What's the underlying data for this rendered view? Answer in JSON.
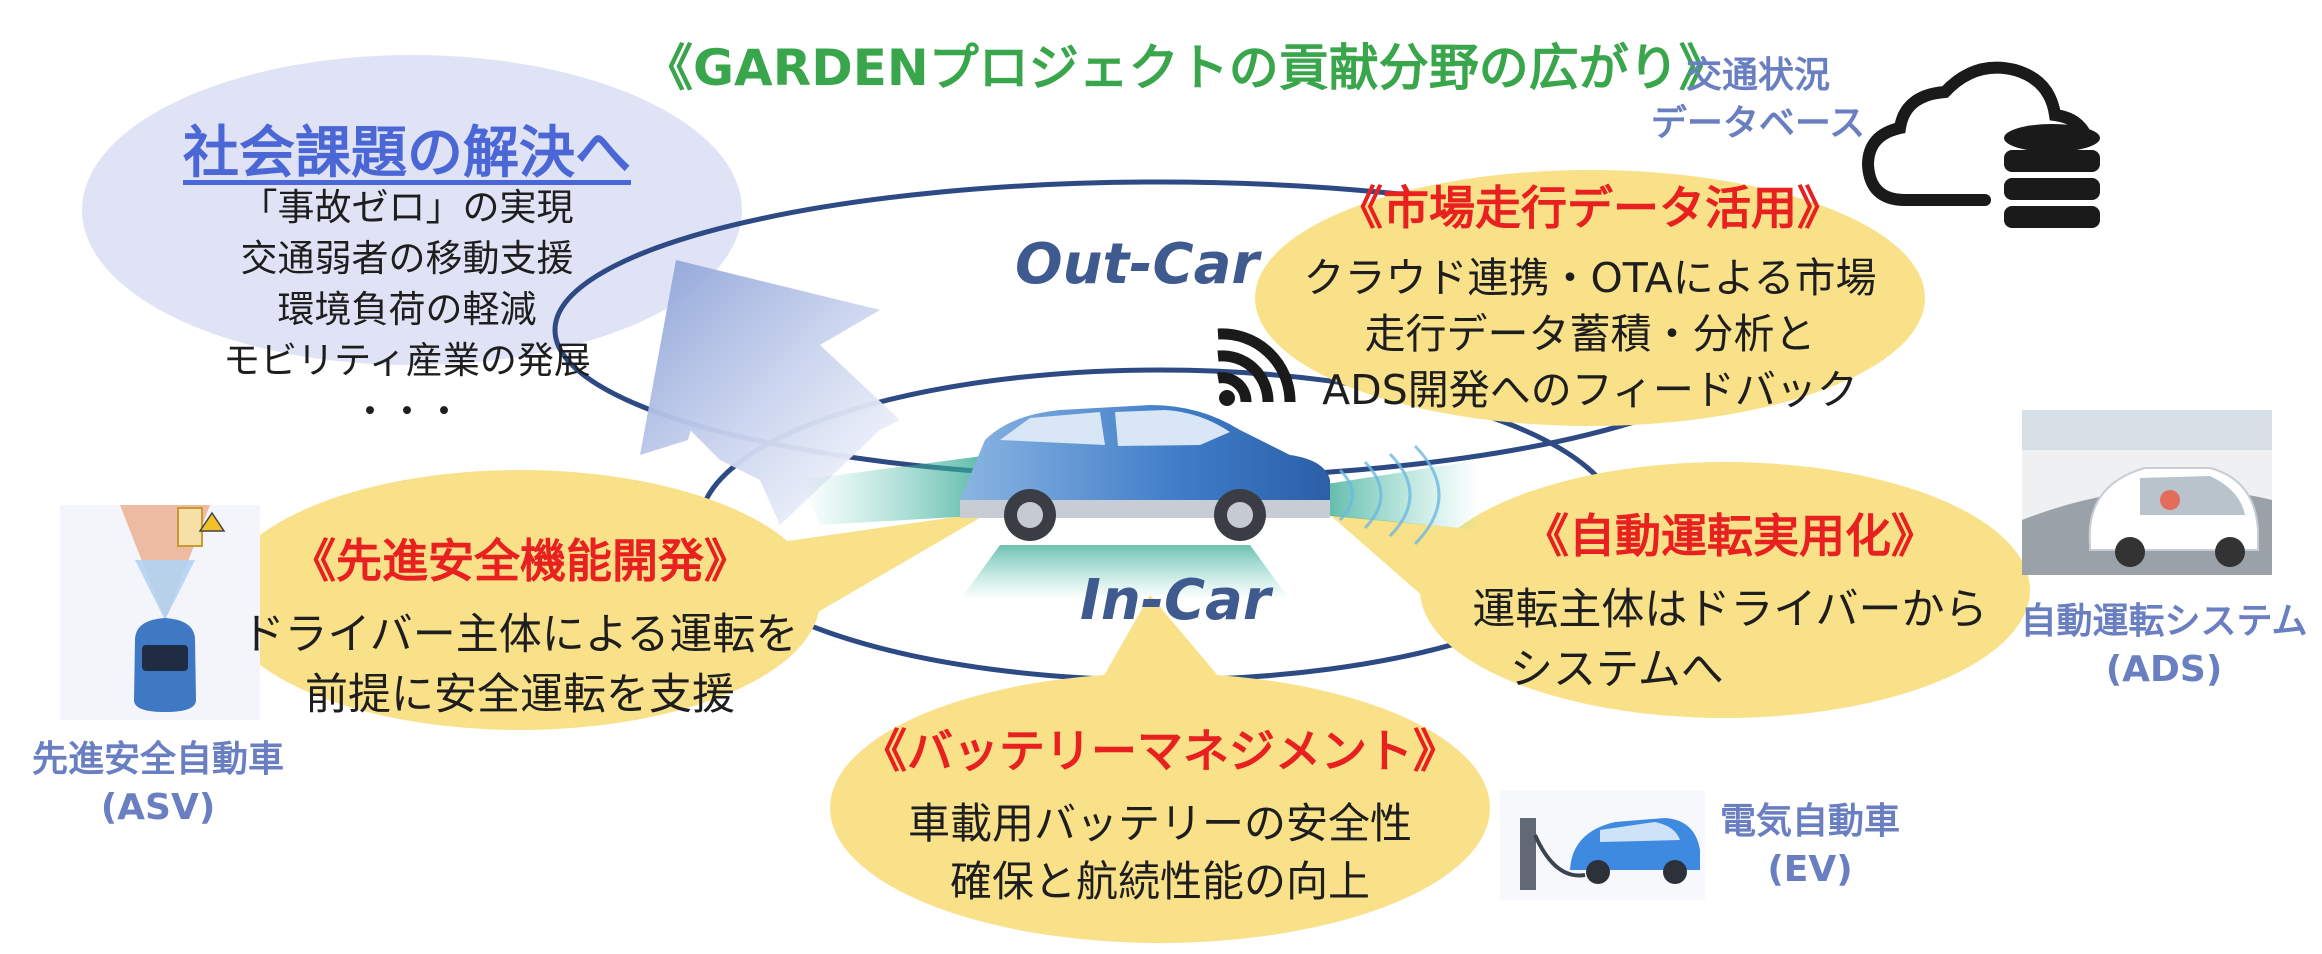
{
  "title": "《GARDENプロジェクトの貢献分野の広がり》",
  "rings": {
    "outer": "Out-Car",
    "inner": "In-Car"
  },
  "social": {
    "title": "社会課題の解決へ",
    "lines": [
      "「事故ゼロ」の実現",
      "交通弱者の移動支援",
      "環境負荷の軽減",
      "モビリティ産業の発展",
      "・・・"
    ]
  },
  "bubbles": {
    "market": {
      "title": "《市場走行データ活用》",
      "lines": [
        "クラウド連携・OTAによる市場",
        "走行データ蓄積・分析と",
        "ADS開発へのフィードバック"
      ]
    },
    "adas": {
      "title": "《先進安全機能開発》",
      "lines": [
        "ドライバー主体による運転を",
        "前提に安全運転を支援"
      ]
    },
    "ads": {
      "title": "《自動運転実用化》",
      "lines": [
        "運転主体はドライバーから",
        "システムへ"
      ]
    },
    "battery": {
      "title": "《バッテリーマネジメント》",
      "lines": [
        "車載用バッテリーの安全性",
        "確保と航続性能の向上"
      ]
    }
  },
  "side_labels": {
    "cloud": [
      "交通状況",
      "データベース"
    ],
    "asv": [
      "先進安全自動車",
      "(ASV)"
    ],
    "ads": [
      "自動運転システム",
      "(ADS)"
    ],
    "ev": [
      "電気自動車",
      "(EV)"
    ]
  },
  "icons": {
    "cloud": "cloud-database-icon",
    "wifi": "wireless-signal-icon",
    "car": "connected-car-illustration",
    "asv": "asv-sensor-car-illustration",
    "ads": "autonomous-car-illustration",
    "ev": "ev-charging-illustration"
  },
  "colors": {
    "title": "#3aa64c",
    "bubble_fill": "#f8e189",
    "bubble_title": "#e8201f",
    "social_fill": "#dfe3f5",
    "social_title": "#4b67d6",
    "ring": "#2d4a84",
    "label": "#6a7fc2"
  }
}
